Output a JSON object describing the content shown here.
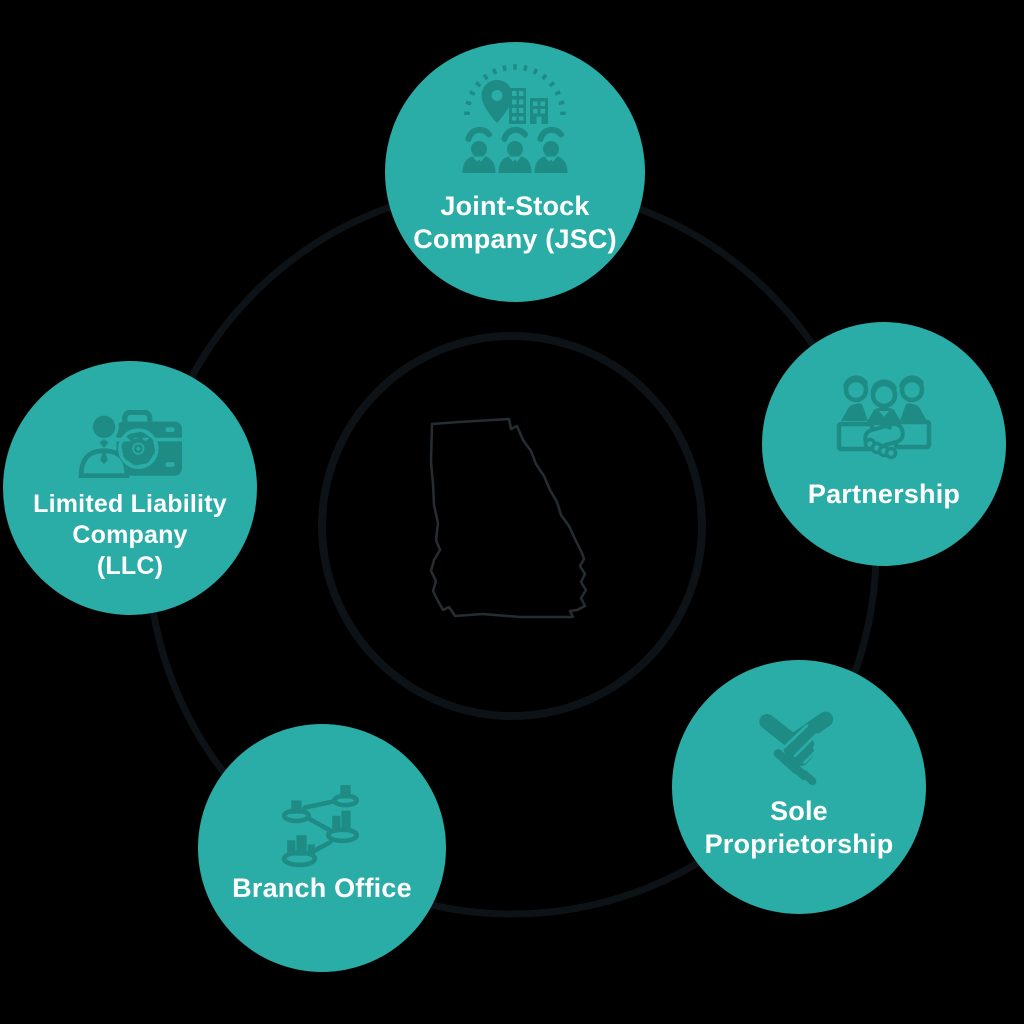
{
  "background_color": "#000000",
  "palette": {
    "node_fill": "#2aaca7",
    "icon_color": "#1e8b85",
    "label_color": "#ffffff",
    "ring_color": "#0c1215",
    "map_outline_color": "#262d31"
  },
  "diagram": {
    "type": "circular-hub-diagram",
    "center": {
      "shape": "georgia-map-outline"
    },
    "nodes": [
      {
        "id": "joint-stock-company",
        "icon": "city-location-shareholders-icon",
        "lines": [
          "Joint-Stock",
          "Company (JSC)"
        ]
      },
      {
        "id": "partnership",
        "icon": "partners-handshake-icon",
        "lines": [
          "Partnership"
        ]
      },
      {
        "id": "sole-proprietorship",
        "icon": "handshake-icon",
        "lines": [
          "Sole",
          "Proprietorship"
        ]
      },
      {
        "id": "branch-office",
        "icon": "network-buildings-icon",
        "lines": [
          "Branch Office"
        ]
      },
      {
        "id": "limited-liability-company",
        "icon": "businessman-briefcase-gear-icon",
        "lines": [
          "Limited Liability",
          "Company",
          "(LLC)"
        ]
      }
    ]
  }
}
